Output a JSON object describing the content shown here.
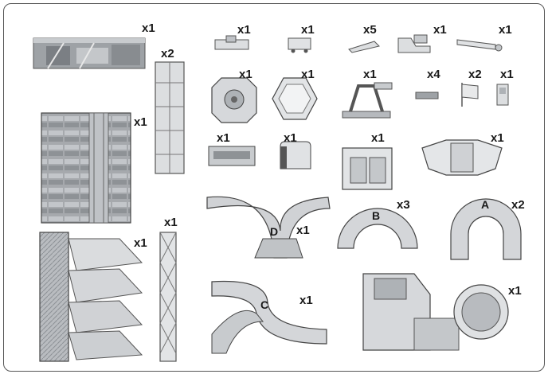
{
  "parts": [
    {
      "id": "roadway-sign-strip",
      "qty": "x1"
    },
    {
      "id": "tall-tower-column",
      "qty": "x2"
    },
    {
      "id": "building-facade-panel",
      "qty": "x1"
    },
    {
      "id": "ramp-tower-assembly",
      "qty": "x1"
    },
    {
      "id": "lattice-column",
      "qty": "x1"
    },
    {
      "id": "small-bracket",
      "qty": "x1"
    },
    {
      "id": "small-cart",
      "qty": "x1"
    },
    {
      "id": "flat-wedge-piece",
      "qty": "x5"
    },
    {
      "id": "chair-piece",
      "qty": "x1"
    },
    {
      "id": "gate-arm",
      "qty": "x1"
    },
    {
      "id": "octagon-base-gear",
      "qty": "x1"
    },
    {
      "id": "hexagon-base",
      "qty": "x1"
    },
    {
      "id": "loop-launcher",
      "qty": "x1"
    },
    {
      "id": "small-clip",
      "qty": "x4"
    },
    {
      "id": "flag",
      "qty": "x2"
    },
    {
      "id": "small-door",
      "qty": "x1"
    },
    {
      "id": "control-box",
      "qty": "x1"
    },
    {
      "id": "arch-block",
      "qty": "x1"
    },
    {
      "id": "booth-unit",
      "qty": "x1"
    },
    {
      "id": "wing-platform",
      "qty": "x1"
    },
    {
      "id": "track-d",
      "qty": "x1",
      "letter": "D"
    },
    {
      "id": "track-b",
      "qty": "x3",
      "letter": "B"
    },
    {
      "id": "track-a",
      "qty": "x2",
      "letter": "A"
    },
    {
      "id": "track-c",
      "qty": "x1",
      "letter": "C"
    },
    {
      "id": "garage-base",
      "qty": "x1"
    }
  ]
}
